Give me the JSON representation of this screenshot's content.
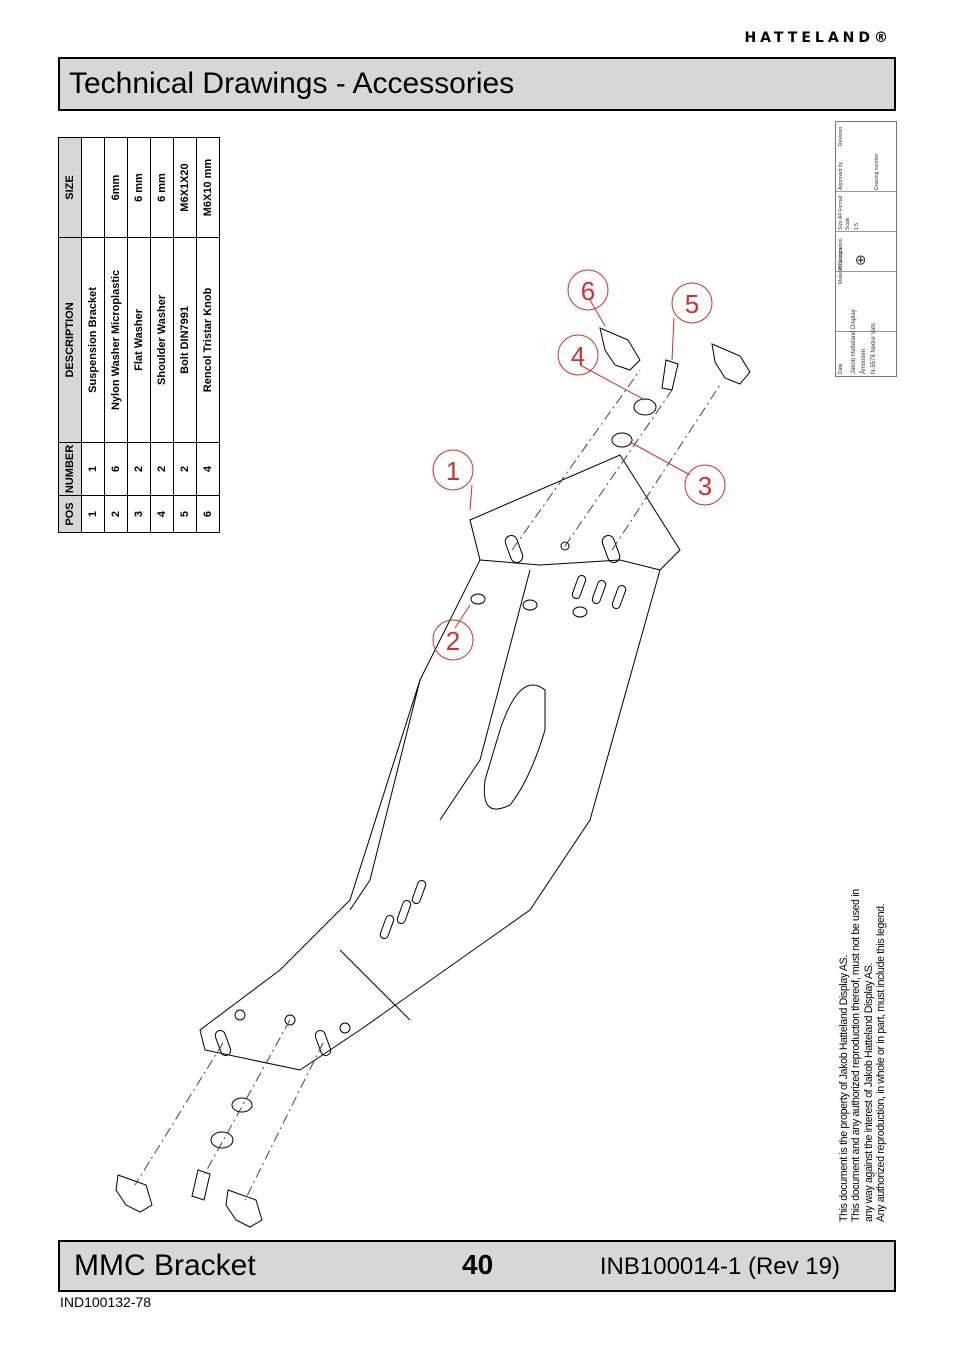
{
  "header": {
    "brand": "HATTELAND®",
    "title": "Technical Drawings - Accessories"
  },
  "parts_table": {
    "headers": {
      "pos": "POS",
      "number": "NUMBER",
      "description": "DESCRIPTION",
      "size": "SIZE"
    },
    "rows": [
      {
        "pos": "1",
        "number": "1",
        "description": "Suspension Bracket",
        "size": ""
      },
      {
        "pos": "2",
        "number": "6",
        "description": "Nylon Washer Microplastic",
        "size": "6mm"
      },
      {
        "pos": "3",
        "number": "2",
        "description": "Flat Washer",
        "size": "6 mm"
      },
      {
        "pos": "4",
        "number": "2",
        "description": "Shoulder Washer",
        "size": "6 mm"
      },
      {
        "pos": "5",
        "number": "2",
        "description": "Bolt DIN7991",
        "size": "M6X1X20"
      },
      {
        "pos": "6",
        "number": "4",
        "description": "Rencol Tristar Knob",
        "size": "M6X10 mm"
      }
    ]
  },
  "callouts": [
    "1",
    "2",
    "3",
    "4",
    "5",
    "6"
  ],
  "title_block": {
    "date_label": "Date",
    "company": "Jakob Hatteland Display",
    "address_1": "Åmsosen",
    "address_2": "N-5578 Nedre Vats",
    "mat_label": "Material Designation",
    "projection_label": "Projection",
    "format_label": "Size A4 Format",
    "scale_label": "Scale",
    "scale_value": "1:5",
    "approved_label": "Approved by",
    "drawing_label": "Drawing number",
    "revision_label": "Revision"
  },
  "legal": {
    "line1": "This document is the property of Jakob Hatteland Display AS.",
    "line2": "This document and any authorized reproduction thereof, must not be used in",
    "line3": "any way against the interest of Jakob Hatteland Display AS.",
    "line4": "Any authorized reproduction, in whole or in part, must include this legend."
  },
  "footer": {
    "product": "MMC Bracket",
    "page": "40",
    "doc_ref": "INB100014-1 (Rev 19)",
    "code": "IND100132-78"
  },
  "colors": {
    "bar_bg": "#d7d7d7",
    "callout": "#d03030",
    "line": "#000000"
  }
}
